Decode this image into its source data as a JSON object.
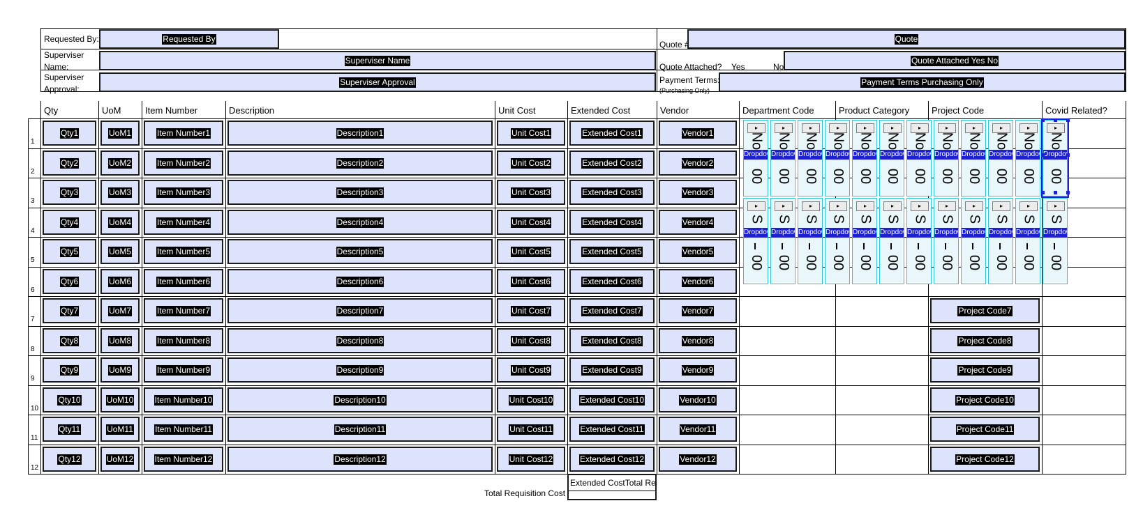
{
  "header": {
    "requested_by_label": "Requested By:",
    "requested_by_field": "Requested By",
    "superviser_name_label_1": "Superviser",
    "superviser_name_label_2": "Name:",
    "superviser_name_field": "Superviser Name",
    "superviser_approval_label_1": "Superviser",
    "superviser_approval_label_2": "Approval:",
    "superviser_approval_field": "Superviser Approval",
    "quote_label": "Quote #",
    "quote_field": "Quote",
    "quote_attached_label": "Quote Attached?",
    "yes_label": "Yes",
    "no_label": "No",
    "quote_attached_field": "Quote Attached Yes No",
    "payment_terms_label": "Payment Terms:",
    "payment_terms_sub": "(Purchasing Only)",
    "payment_terms_field": "Payment Terms Purchasing Only"
  },
  "columns": [
    "Qty",
    "UoM",
    "Item Number",
    "Description",
    "Unit Cost",
    "Extended Cost",
    "Vendor",
    "Department Code",
    "Product Category",
    "Project Code",
    "Covid Related?"
  ],
  "rows": [
    {
      "num": "1",
      "qty": "Qty1",
      "uom": "UoM1",
      "item": "Item Number1",
      "desc": "Description1",
      "unit": "Unit Cost1",
      "ext": "Extended Cost1",
      "vendor": "Vendor1",
      "project": ""
    },
    {
      "num": "2",
      "qty": "Qty2",
      "uom": "UoM2",
      "item": "Item Number2",
      "desc": "Description2",
      "unit": "Unit Cost2",
      "ext": "Extended Cost2",
      "vendor": "Vendor2",
      "project": ""
    },
    {
      "num": "3",
      "qty": "Qty3",
      "uom": "UoM3",
      "item": "Item Number3",
      "desc": "Description3",
      "unit": "Unit Cost3",
      "ext": "Extended Cost3",
      "vendor": "Vendor3",
      "project": ""
    },
    {
      "num": "4",
      "qty": "Qty4",
      "uom": "UoM4",
      "item": "Item Number4",
      "desc": "Description4",
      "unit": "Unit Cost4",
      "ext": "Extended Cost4",
      "vendor": "Vendor4",
      "project": ""
    },
    {
      "num": "5",
      "qty": "Qty5",
      "uom": "UoM5",
      "item": "Item Number5",
      "desc": "Description5",
      "unit": "Unit Cost5",
      "ext": "Extended Cost5",
      "vendor": "Vendor5",
      "project": ""
    },
    {
      "num": "6",
      "qty": "Qty6",
      "uom": "UoM6",
      "item": "Item Number6",
      "desc": "Description6",
      "unit": "Unit Cost6",
      "ext": "Extended Cost6",
      "vendor": "Vendor6",
      "project": ""
    },
    {
      "num": "7",
      "qty": "Qty7",
      "uom": "UoM7",
      "item": "Item Number7",
      "desc": "Description7",
      "unit": "Unit Cost7",
      "ext": "Extended Cost7",
      "vendor": "Vendor7",
      "project": "Project Code7"
    },
    {
      "num": "8",
      "qty": "Qty8",
      "uom": "UoM8",
      "item": "Item Number8",
      "desc": "Description8",
      "unit": "Unit Cost8",
      "ext": "Extended Cost8",
      "vendor": "Vendor8",
      "project": "Project Code8"
    },
    {
      "num": "9",
      "qty": "Qty9",
      "uom": "UoM9",
      "item": "Item Number9",
      "desc": "Description9",
      "unit": "Unit Cost9",
      "ext": "Extended Cost9",
      "vendor": "Vendor9",
      "project": "Project Code9"
    },
    {
      "num": "10",
      "qty": "Qty10",
      "uom": "UoM10",
      "item": "Item Number10",
      "desc": "Description10",
      "unit": "Unit Cost10",
      "ext": "Extended Cost10",
      "vendor": "Vendor10",
      "project": "Project Code10"
    },
    {
      "num": "11",
      "qty": "Qty11",
      "uom": "UoM11",
      "item": "Item Number11",
      "desc": "Description11",
      "unit": "Unit Cost11",
      "ext": "Extended Cost11",
      "vendor": "Vendor11",
      "project": "Project Code11"
    },
    {
      "num": "12",
      "qty": "Qty12",
      "uom": "UoM12",
      "item": "Item Number12",
      "desc": "Description12",
      "unit": "Unit Cost12",
      "ext": "Extended Cost12",
      "vendor": "Vendor12",
      "project": "Project Code12"
    }
  ],
  "dropdowns": {
    "button_glyph": "▸",
    "row1_top_text": "No",
    "row2_top_text": "S",
    "dropdown_label": "Dropdown",
    "zero_text": "00",
    "dash_text": "-"
  },
  "footer": {
    "total_label": "Total Requisition Cost",
    "total_field": "Extended CostTotal Requisition Cost"
  },
  "colors": {
    "field_fill": "#dde3fb",
    "dropdown_fill": "#e9f7fa",
    "dropdown_border": "#2ec5d8",
    "selection_blue": "#1e21d0"
  },
  "icons": {
    "dropdown_button": "triangle-right-icon",
    "selection_handle": "resize-handle-icon"
  }
}
